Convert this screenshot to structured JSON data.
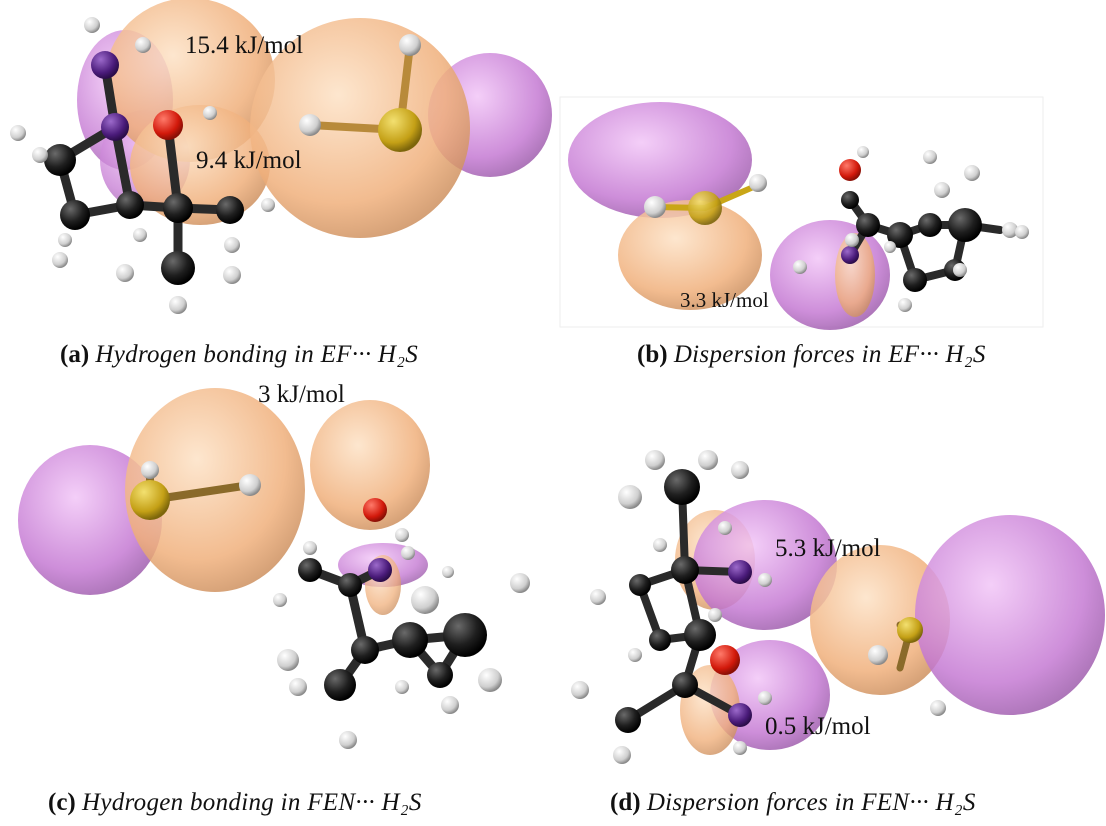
{
  "figure": {
    "panels": [
      {
        "tag": "(a)",
        "caption": "Hydrogen bonding in EF··· H₂S",
        "energies": [
          "15.4 kJ/mol",
          "9.4 kJ/mol"
        ]
      },
      {
        "tag": "(b)",
        "caption": "Dispersion forces in EF··· H₂S",
        "energies": [
          "3.3 kJ/mol"
        ]
      },
      {
        "tag": "(c)",
        "caption": "Hydrogen bonding in FEN··· H₂S",
        "energies": [
          "3 kJ/mol"
        ]
      },
      {
        "tag": "(d)",
        "caption": "Dispersion forces in FEN··· H₂S",
        "energies": [
          "5.3 kJ/mol",
          "0.5 kJ/mol"
        ]
      }
    ]
  },
  "colors": {
    "orbital_orange": "#f2b483",
    "orbital_purple": "#c77bd6",
    "carbon": "#1e1e1e",
    "hydrogen": "#d2d2d2",
    "oxygen": "#d41a0c",
    "nitrogen": "#4a1b7a",
    "sulfur": "#c9a617"
  }
}
